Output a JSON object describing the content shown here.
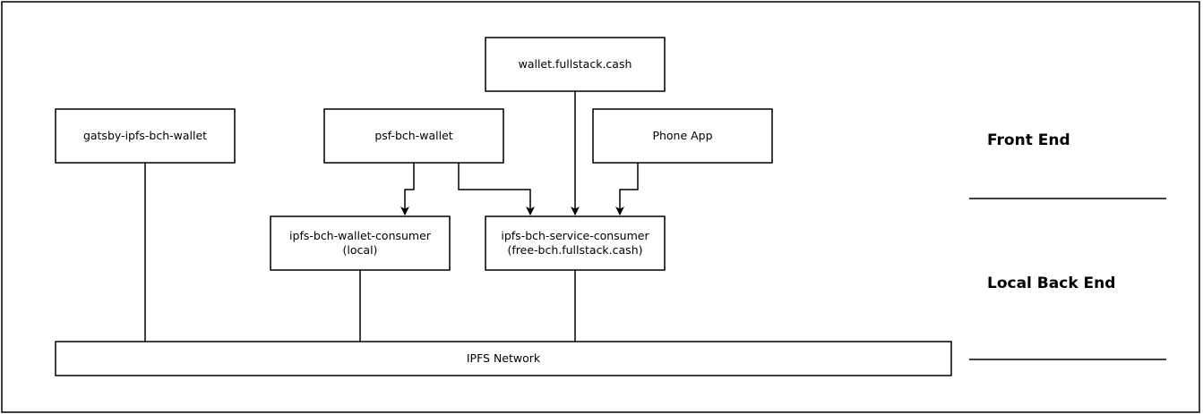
{
  "diagram": {
    "nodes": {
      "wallet_fullstack": "wallet.fullstack.cash",
      "gatsby_wallet": "gatsby-ipfs-bch-wallet",
      "psf_wallet": "psf-bch-wallet",
      "phone_app": "Phone App",
      "wallet_consumer_line1": "ipfs-bch-wallet-consumer",
      "wallet_consumer_line2": "(local)",
      "service_consumer_line1": "ipfs-bch-service-consumer",
      "service_consumer_line2": "(free-bch.fullstack.cash)",
      "ipfs_network": "IPFS Network"
    },
    "layers": {
      "front_end": "Front End",
      "local_back_end": "Local Back End"
    },
    "edges": [
      {
        "from": "psf-bch-wallet",
        "to": "ipfs-bch-wallet-consumer",
        "arrow": true
      },
      {
        "from": "psf-bch-wallet",
        "to": "ipfs-bch-service-consumer",
        "arrow": true
      },
      {
        "from": "wallet.fullstack.cash",
        "to": "ipfs-bch-service-consumer",
        "arrow": true
      },
      {
        "from": "Phone App",
        "to": "ipfs-bch-service-consumer",
        "arrow": true
      },
      {
        "from": "gatsby-ipfs-bch-wallet",
        "to": "IPFS Network",
        "arrow": false
      },
      {
        "from": "ipfs-bch-wallet-consumer",
        "to": "IPFS Network",
        "arrow": false
      },
      {
        "from": "ipfs-bch-service-consumer",
        "to": "IPFS Network",
        "arrow": false
      }
    ],
    "colors": {
      "stroke": "#000000",
      "fill": "#ffffff",
      "text": "#000000"
    }
  }
}
